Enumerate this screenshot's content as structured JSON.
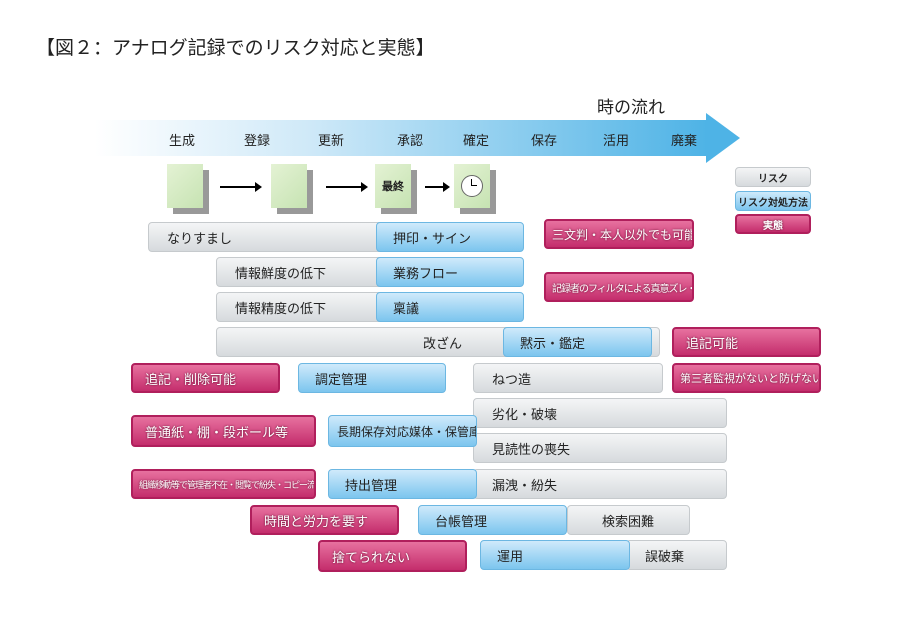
{
  "title": "【図２：アナログ記録でのリスク対応と実態】",
  "timeline": {
    "label": "時の流れ",
    "stages": [
      "生成",
      "登録",
      "更新",
      "承認",
      "確定",
      "保存",
      "活用",
      "廃棄"
    ]
  },
  "documents": {
    "final_label": "最終"
  },
  "legend": {
    "risk": "リスク",
    "countermeasure": "リスク対処方法",
    "reality": "実態"
  },
  "risks": [
    "なりすまし",
    "情報鮮度の低下",
    "情報精度の低下",
    "改ざん",
    "ねつ造",
    "劣化・破壊",
    "見読性の喪失",
    "漏洩・紛失",
    "検索困難",
    "誤破棄"
  ],
  "countermeasures": [
    "押印・サイン",
    "業務フロー",
    "稟議",
    "黙示・鑑定",
    "調定管理",
    "長期保存対応媒体・保管庫",
    "持出管理",
    "台帳管理",
    "運用"
  ],
  "realities": [
    "三文判・本人以外でも可能",
    "記録者のフィルタによる真意ズレ・情報量減",
    "追記可能",
    "第三者監視がないと防げない",
    "追記・削除可能",
    "普通紙・棚・段ボール等",
    "組織移動等で管理者不在・閲覧で紛失・コピー流出",
    "時間と労力を要す",
    "捨てられない"
  ],
  "colors": {
    "risk": "#d6dadd",
    "countermeasure": "#7cc5ee",
    "reality": "#c42d6c",
    "timeline": "#4eb3e6"
  }
}
